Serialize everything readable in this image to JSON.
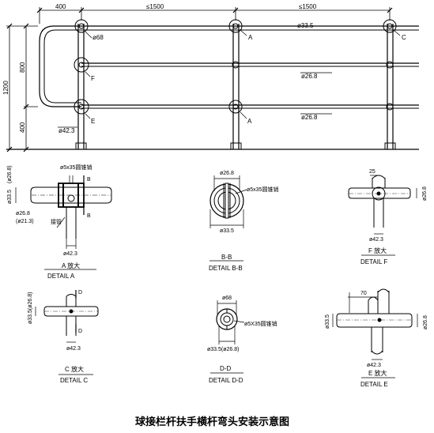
{
  "title": "球接栏杆扶手横杆弯头安装示意图",
  "elevation": {
    "dim_top": [
      "400",
      "≤1500",
      "≤1500"
    ],
    "dim_left": [
      "1200",
      "800",
      "400"
    ],
    "callouts": {
      "phi68": "ø68",
      "phi33_5": "ø33.5",
      "phi26_8_a": "ø26.8",
      "phi26_8_b": "ø26.8",
      "phi42_3": "ø42.3"
    },
    "detail_marks": [
      "A",
      "C",
      "F",
      "E",
      "A"
    ]
  },
  "details": {
    "A": {
      "note": "ø5x35圆锥销",
      "phi33_5": "ø33.5",
      "phi26_8": "(ø26.8)",
      "phi26_8b": "ø26.8",
      "phi21_3": "(ø21.3)",
      "sleeve": "接管",
      "phi42_3": "ø42.3",
      "section": "B",
      "cap_cn": "A 放大",
      "cap_en": "DETAIL  A"
    },
    "BB": {
      "phi26_8": "ø26.8",
      "pin": "ø5x35圆锥销",
      "phi33_5": "ø33.5",
      "cap_cn": "B-B",
      "cap_en": "DETAIL  B-B"
    },
    "F": {
      "d25": "25",
      "phi26_8": "ø26.8",
      "phi42_3": "ø42.3",
      "cap_cn": "F 放大",
      "cap_en": "DETAIL  F"
    },
    "C": {
      "phi": "ø33.5(ø26.8)",
      "sec": "D",
      "phi42_3": "ø42.3",
      "cap_cn": "C 放大",
      "cap_en": "DETAIL  C"
    },
    "DD": {
      "phi68": "ø68",
      "pin": "ø5X35圆锥销",
      "phi": "ø33.5(ø26.8)",
      "cap_cn": "D-D",
      "cap_en": "DETAIL  D-D"
    },
    "E": {
      "d70": "70",
      "phi33_5": "ø33.5",
      "phi26_8": "ø26.8",
      "phi42_3": "ø42.3",
      "cap_cn": "E 放大",
      "cap_en": "DETAIL  E"
    }
  }
}
